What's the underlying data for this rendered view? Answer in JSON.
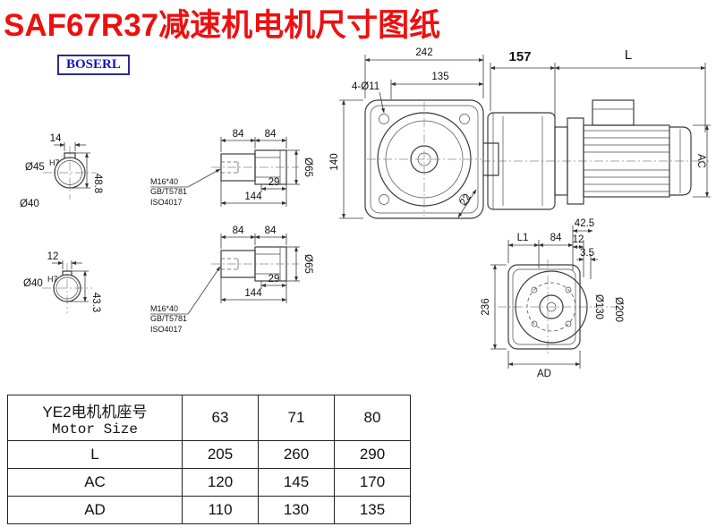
{
  "title": "SAF67R37减速机电机尺寸图纸",
  "logo": "BOSERL",
  "hub_top": {
    "d14": "14",
    "bore": "Ø45",
    "tol": "H7",
    "d48_8": "48.8",
    "d40": "Ø40"
  },
  "hub_bottom": {
    "d12": "12",
    "bore": "Ø40",
    "tol": "H7",
    "d43_3": "43.3"
  },
  "shaft_top": {
    "d84a": "84",
    "d84b": "84",
    "d29": "29",
    "d144": "144",
    "dia": "Ø65",
    "thread": "M16*40",
    "std1": "GB/T5781",
    "std2": "ISO4017"
  },
  "shaft_bottom": {
    "d84a": "84",
    "d84b": "84",
    "d29": "29",
    "d144": "144",
    "dia": "Ø65",
    "thread": "M16*40",
    "std1": "GB/T5781",
    "std2": "ISO4017"
  },
  "front_view": {
    "d242": "242",
    "d135": "135",
    "holes": "4-Ø11",
    "d140": "140",
    "d22": "22"
  },
  "side_view": {
    "d157": "157",
    "L": "L",
    "AC": "AC"
  },
  "rear_view": {
    "L1": "L1",
    "d84": "84",
    "d42_5": "42.5",
    "d12": "12",
    "d3_5": "3.5",
    "d236": "236",
    "bolt_circle": "Ø130",
    "flange": "Ø200",
    "AD": "AD"
  },
  "table": {
    "row_label_cn": "YE2电机机座号",
    "row_label_en": "Motor Size",
    "sizes": [
      "63",
      "71",
      "80"
    ],
    "rows": [
      {
        "label": "L",
        "values": [
          "205",
          "260",
          "290"
        ]
      },
      {
        "label": "AC",
        "values": [
          "120",
          "145",
          "170"
        ]
      },
      {
        "label": "AD",
        "values": [
          "110",
          "130",
          "135"
        ]
      }
    ]
  }
}
